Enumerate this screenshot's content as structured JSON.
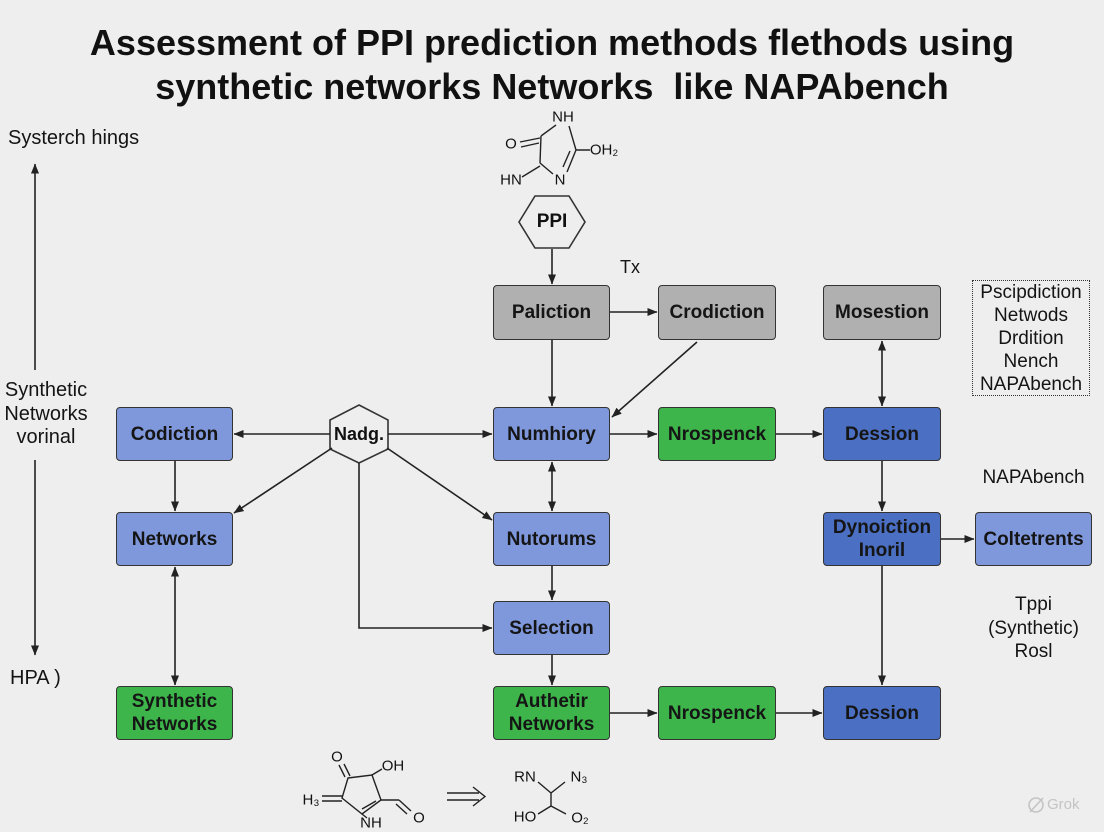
{
  "title": {
    "line1": "Assessment of PPI prediction methods flethods using",
    "line2": "synthetic networks Networks  like NAPAbench"
  },
  "left_axis": {
    "top_label": "Systerch hings",
    "middle_label": [
      "Synthetic",
      "Networks",
      "vorinal"
    ],
    "bottom_label": "HPA )"
  },
  "nodes": {
    "ppi": "PPI",
    "paliction": "Paliction",
    "crodiction": "Crodiction",
    "mosestion": "Mosestion",
    "codiction": "Codiction",
    "nadg": "Nadg.",
    "numhiory": "Numhiory",
    "nrospenck_top": "Nrospenck",
    "dession_top": "Dession",
    "networks": "Networks",
    "nutorums": "Nutorums",
    "dynoiction": [
      "Dynoiction",
      "Inoril"
    ],
    "coltetrents": "Coltetrents",
    "selection": "Selection",
    "synthetic_networks": [
      "Synthetic",
      "Networks"
    ],
    "authetir_networks": [
      "Authetir",
      "Networks"
    ],
    "nrospenck_bottom": "Nrospenck",
    "dession_bottom": "Dession"
  },
  "annotations": {
    "tx": "Tx",
    "napabench": "NAPAbench",
    "tppi": [
      "Tppi",
      "(Synthetic)",
      "Rosl"
    ],
    "dotted_box": [
      "Pscipdiction",
      "Netwods",
      "Drdition",
      "Nench",
      "NAPAbench"
    ]
  },
  "molecules": {
    "top": [
      "NH",
      "O",
      "OH₂",
      "HN",
      "N"
    ],
    "bottom_left": [
      "O",
      "OH",
      "H₃",
      "O",
      "NH"
    ],
    "bottom_right": [
      "RN",
      "N₃",
      "HO",
      "O₂"
    ]
  },
  "watermark": "Grok",
  "colors": {
    "background": "#eeeeee",
    "gray_box": "#b0b0b0",
    "blue_box": "#7f97db",
    "dark_blue_box": "#4b6fc2",
    "green_box": "#3db54a",
    "line": "#222222",
    "watermark": "#c4c4c4"
  }
}
